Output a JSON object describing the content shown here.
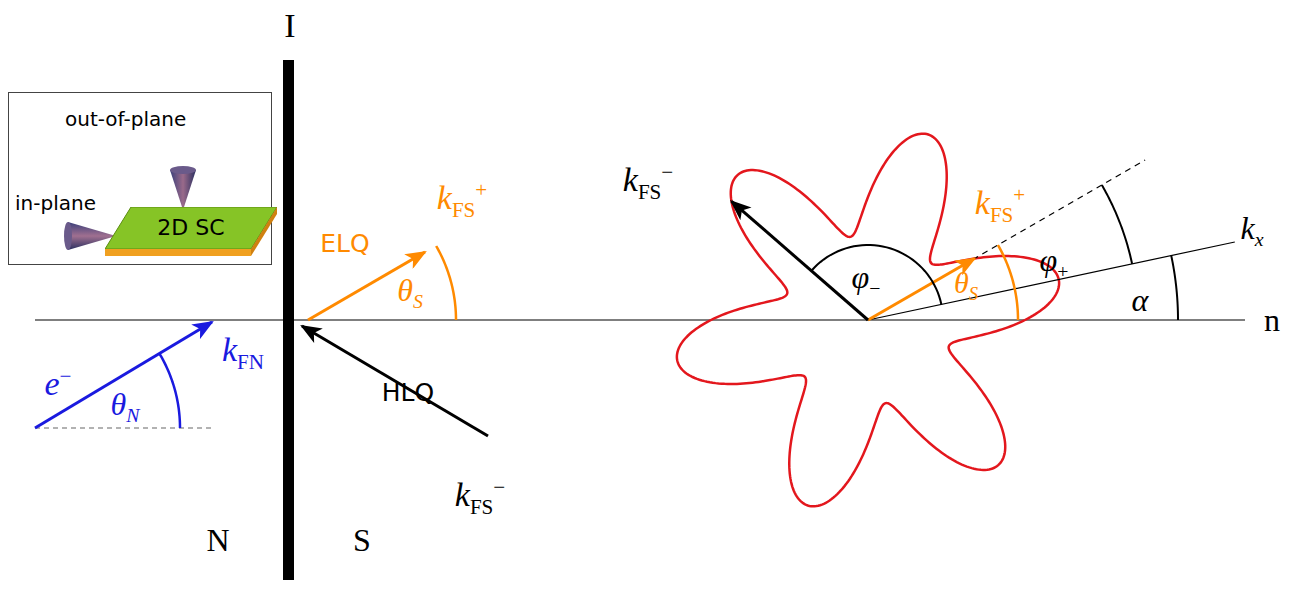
{
  "diagram": {
    "nodes": [
      {
        "text": [
          "out-of-plane",
          "in-plane"
        ]
      },
      {
        "text": [
          "2D SC"
        ],
        "in": 0
      }
    ],
    "edges": [],
    "labels": [
      "I",
      "kFS+",
      "ELQ",
      "θS",
      "kFS−",
      "kFS+",
      "φ+",
      "kx",
      "φ−",
      "θS",
      "α",
      "n",
      "kFN",
      "e−",
      "θN",
      "HLQ",
      "kFS−",
      "N",
      "S"
    ]
  }
}
